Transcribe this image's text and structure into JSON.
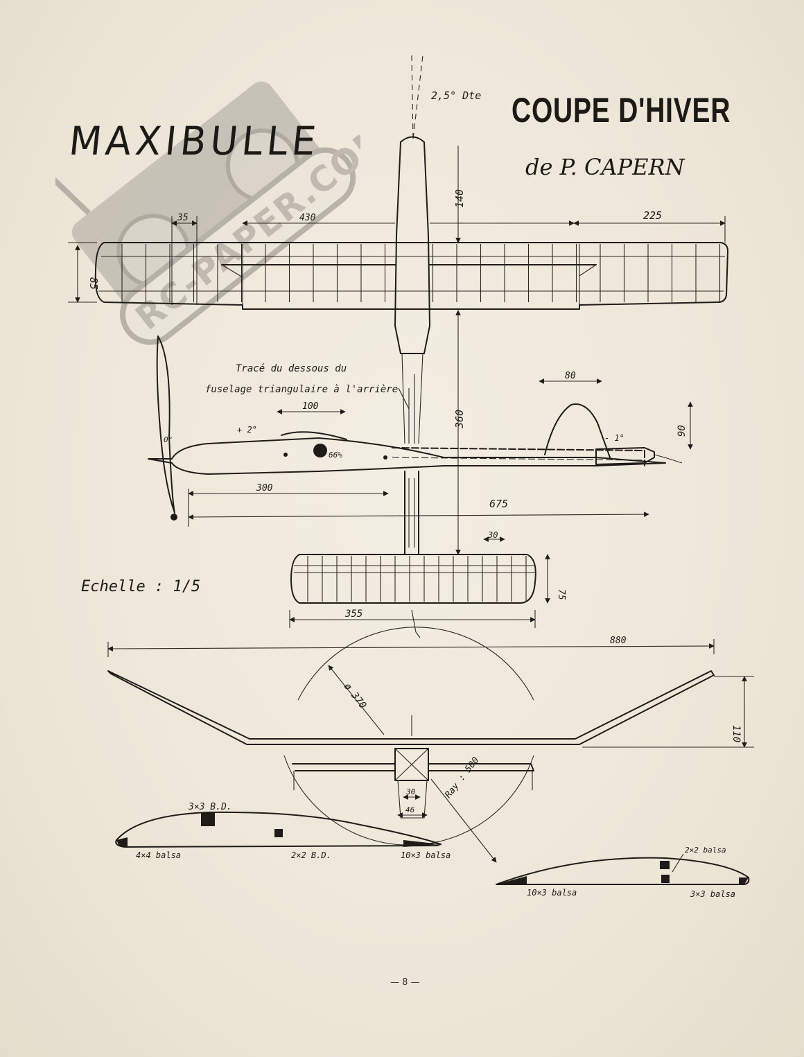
{
  "title": "MAXIBULLE",
  "header": "COUPE D'HIVER",
  "author": "de P. CAPERN",
  "watermark": "RC-PAPER.COM",
  "scale": "Echelle : 1/5",
  "page_number": "— 8 —",
  "fuselage_note_line1": "Tracé du dessous du",
  "fuselage_note_line2": "fuselage triangulaire à l'arrière",
  "dims": {
    "fin_offset": "2,5° Dte",
    "d35": "35",
    "d430": "430",
    "d225": "225",
    "d140": "140",
    "d85": "85",
    "d360": "360",
    "d80": "80",
    "d100": "100",
    "plus2": "+ 2°",
    "zero_deg": "0°",
    "cg": "66%",
    "minus1": "- 1°",
    "d90": "90",
    "d300": "300",
    "d675": "675",
    "d30a": "30",
    "d75": "75",
    "d355": "355",
    "d880": "880",
    "d110": "110",
    "dia370": "ø 370",
    "ray500": "Ray : 500",
    "d30b": "30",
    "d46": "46",
    "spar3x3": "3×3 B.D.",
    "le4x4": "4×4 balsa",
    "spar2x2": "2×2 B.D.",
    "te10x3": "10×3 balsa",
    "s2x2b": "2×2 balsa",
    "s10x3b": "10×3 balsa",
    "s3x3b": "3×3 balsa"
  }
}
